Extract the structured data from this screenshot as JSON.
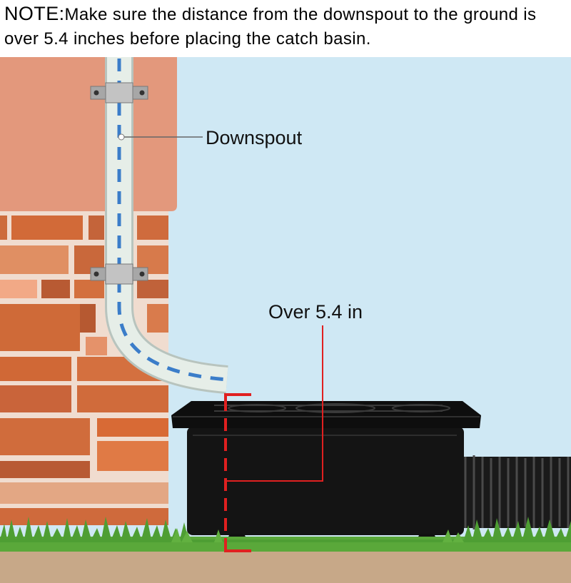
{
  "note": {
    "lead": "NOTE:",
    "text": "Make sure the distance from the downspout to the ground is over 5.4 inches before placing the catch basin."
  },
  "labels": {
    "downspout": "Downspout",
    "clearance": "Over 5.4 in"
  },
  "colors": {
    "sky": "#cfe8f4",
    "wall_panel": "#e3987c",
    "brick": "#d46a3a",
    "mortar": "#f0dccf",
    "pipe": "#e6eee8",
    "pipe_dash": "#3b7dc9",
    "basin": "#141414",
    "measure": "#e02020",
    "grass": "#5aa83a",
    "ground": "#c7a888"
  }
}
